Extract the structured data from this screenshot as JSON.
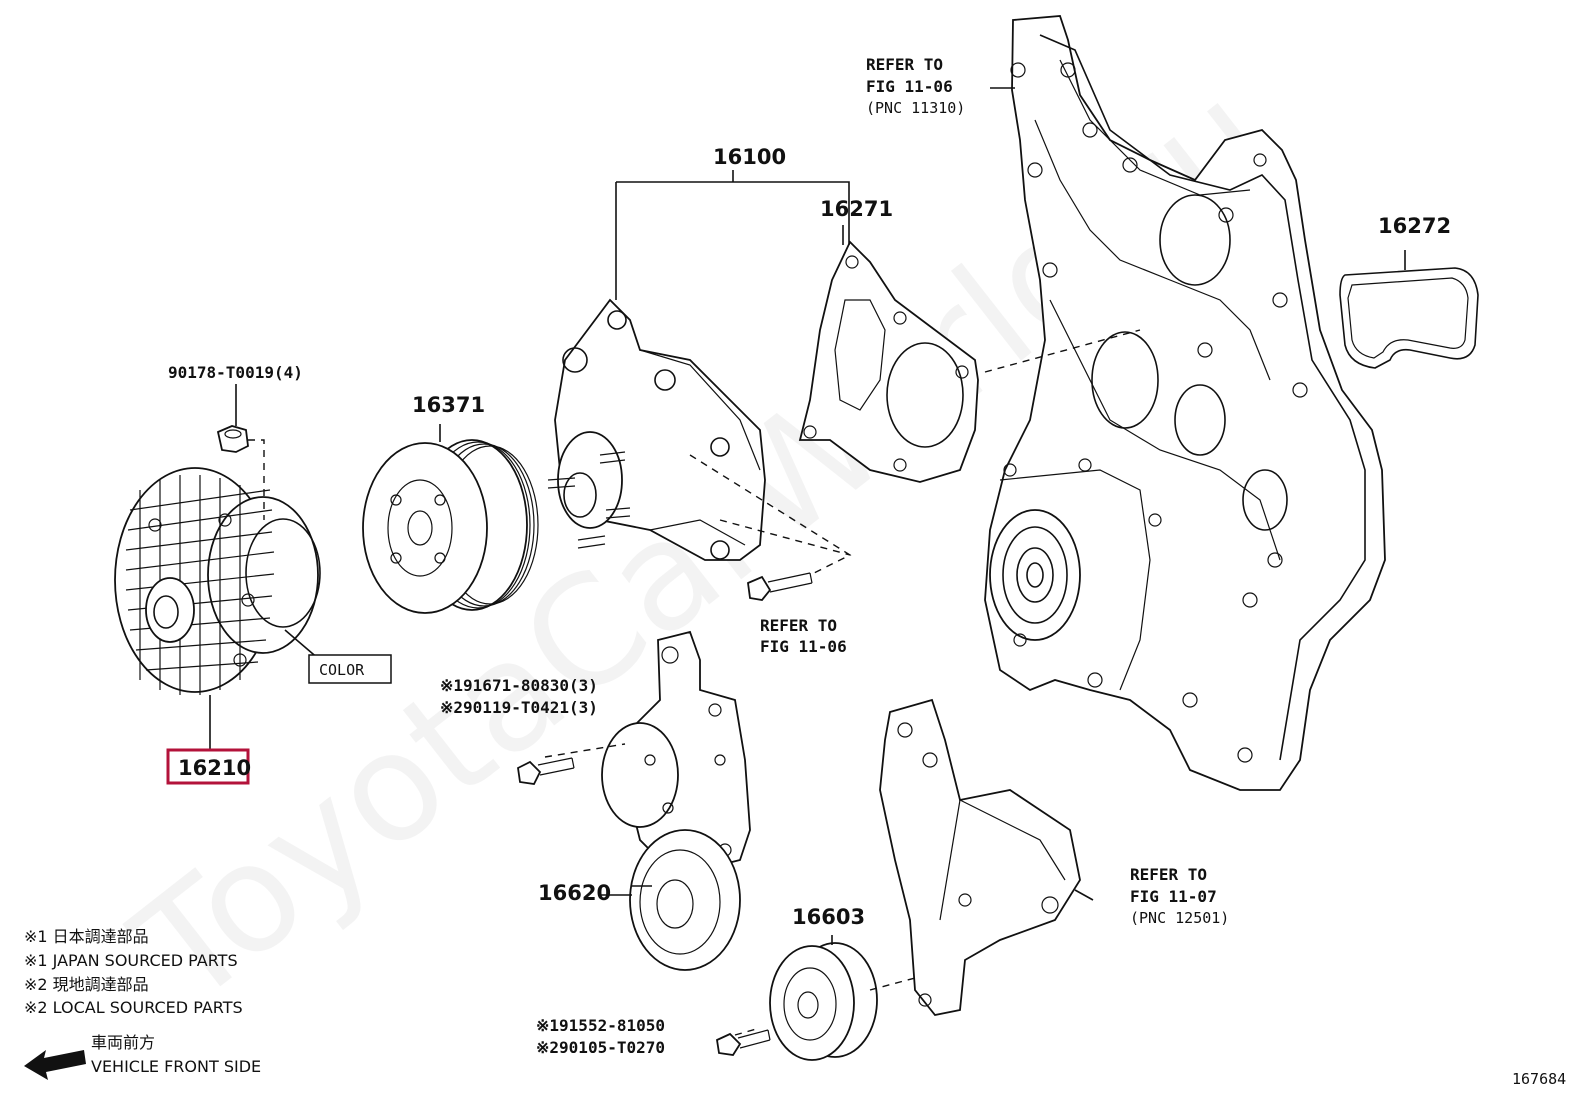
{
  "diagram": {
    "figure_number": "167684",
    "watermark": "ToyotaCarWorld.ru",
    "parts": {
      "p16210": "16210",
      "p16371": "16371",
      "p16100": "16100",
      "p16271": "16271",
      "p16272": "16272",
      "p16620": "16620",
      "p16603": "16603",
      "nut": "90178-T0019(4)"
    },
    "color_label": "COLOR",
    "refs": {
      "fig1106_top": [
        "REFER TO",
        "FIG 11-06",
        "(PNC 11310)"
      ],
      "fig1106_mid": [
        "REFER TO",
        "FIG 11-06"
      ],
      "fig1107": [
        "REFER TO",
        "FIG 11-07",
        "(PNC 12501)"
      ]
    },
    "bolts_tensioner": [
      "※191671-80830(3)",
      "※290119-T0421(3)"
    ],
    "bolts_idler": [
      "※191552-81050",
      "※290105-T0270"
    ],
    "legend": {
      "l1": "※1 日本調達部品",
      "l2": "※1 JAPAN SOURCED PARTS",
      "l3": "※2 現地調達部品",
      "l4": "※2 LOCAL SOURCED PARTS"
    },
    "direction": {
      "jp": "車両前方",
      "en": "VEHICLE FRONT SIDE"
    },
    "highlight_color": "#b3123a"
  }
}
